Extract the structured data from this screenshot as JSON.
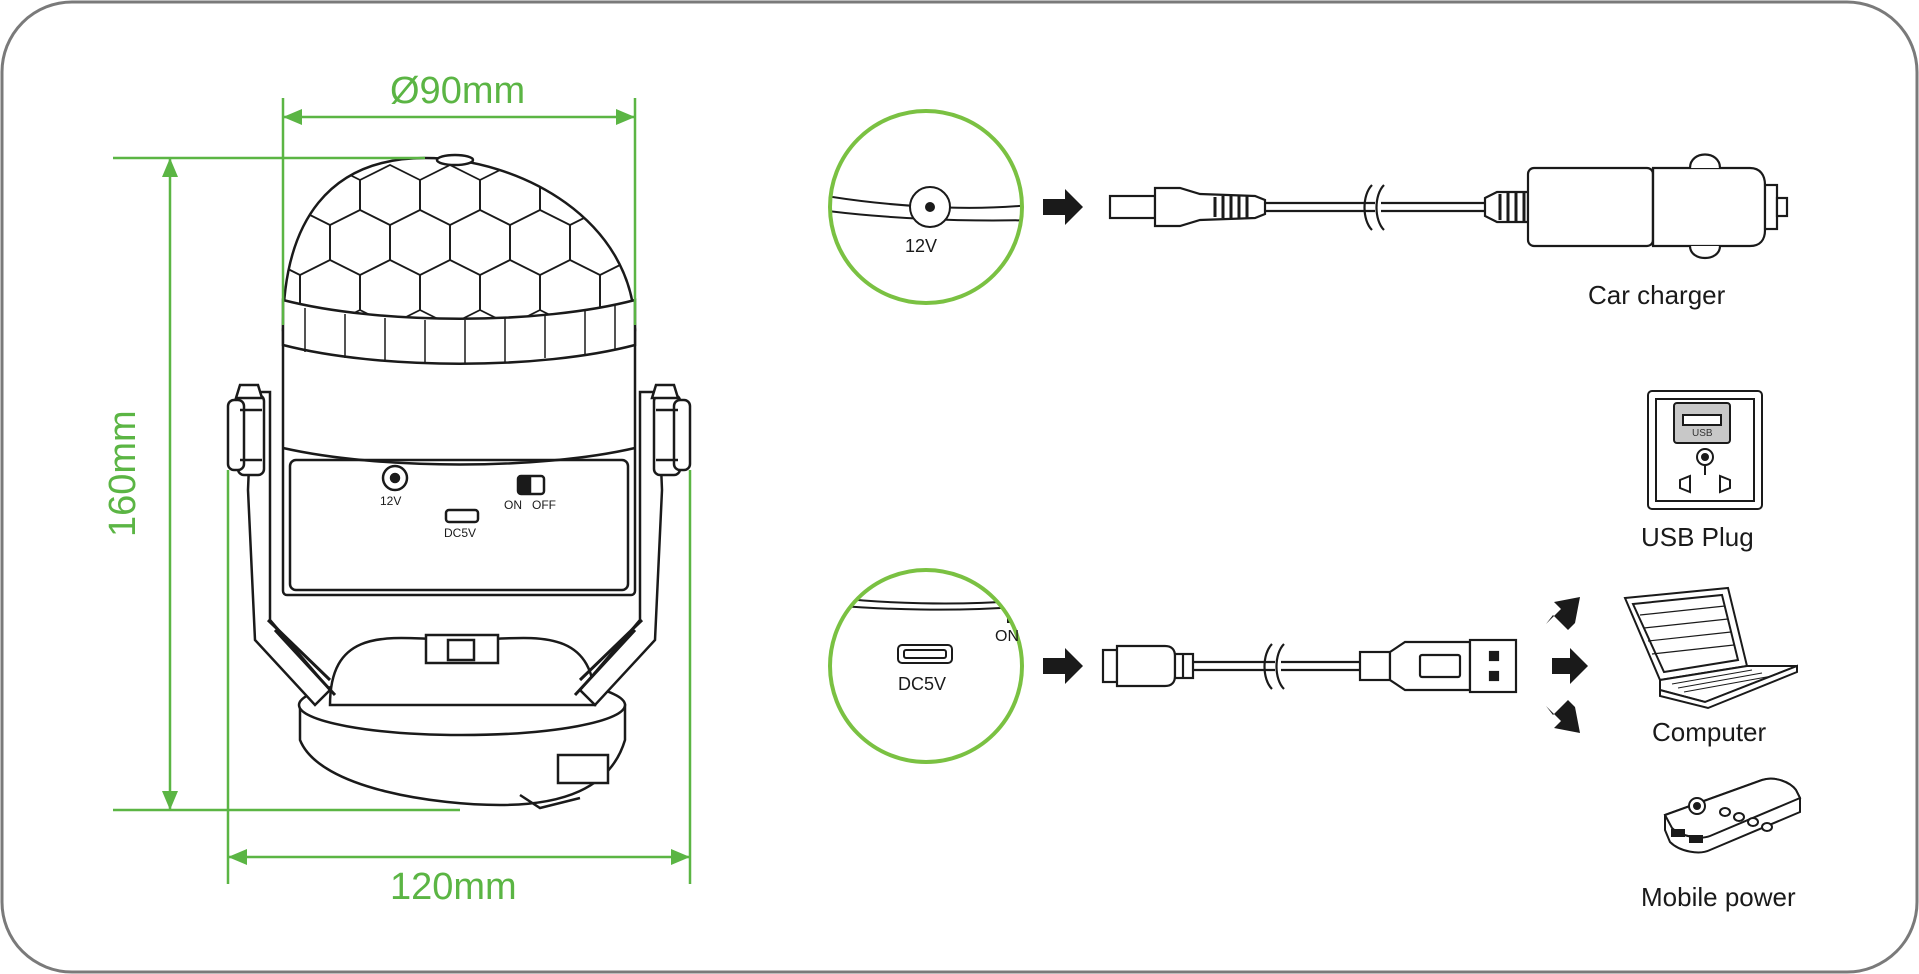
{
  "dimensions": {
    "diameter": "Ø90mm",
    "height": "160mm",
    "width": "120mm"
  },
  "device_labels": {
    "port_12v": "12V",
    "port_dc5v": "DC5V",
    "switch_on": "ON",
    "switch_off": "OFF"
  },
  "callouts": {
    "top_port": "12V",
    "bottom_port": "DC5V",
    "bottom_switch_partial": "ON"
  },
  "sources": {
    "car_charger": "Car charger",
    "usb_plug": "USB Plug",
    "usb_plug_badge": "USB",
    "computer": "Computer",
    "mobile_power": "Mobile power"
  },
  "colors": {
    "dimension_green": "#5bb544",
    "line_art": "#1a1a1a",
    "frame_gray": "#7a7a7a"
  }
}
